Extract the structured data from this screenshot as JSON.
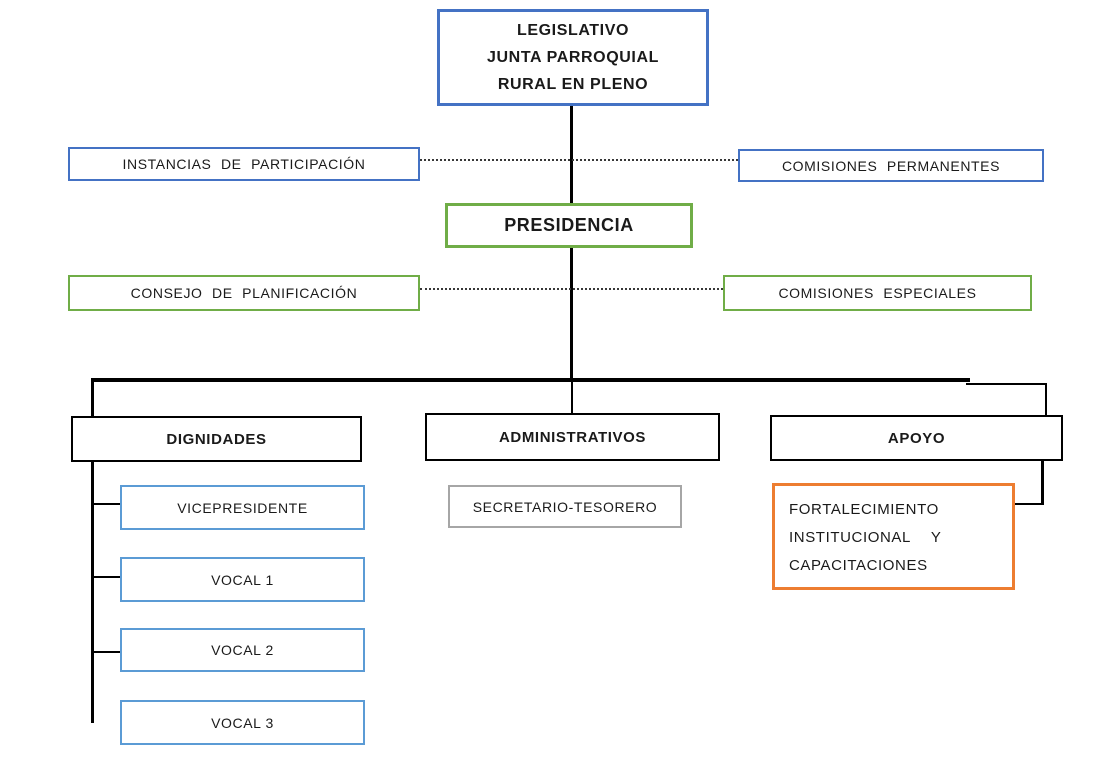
{
  "diagram": {
    "type": "org-chart",
    "title": "Organigrama Junta Parroquial Rural",
    "colors": {
      "blue": "#4472C4",
      "light_blue": "#5B9BD5",
      "green": "#70AD47",
      "orange": "#ED7D31",
      "gray": "#A6A6A6",
      "connector": "#000000",
      "dotted_connector": "#383838",
      "text": "#1a1a1a",
      "background": "#ffffff"
    },
    "nodes": {
      "legislativo": {
        "line1": "LEGISLATIVO",
        "line2": "JUNTA PARROQUIAL",
        "line3": "RURAL EN PLENO",
        "border": "#4472C4",
        "level": "top"
      },
      "instancias_participacion": {
        "label": "INSTANCIAS DE PARTICIPACIÓN",
        "border": "#4472C4"
      },
      "comisiones_permanentes": {
        "label": "COMISIONES PERMANENTES",
        "border": "#4472C4"
      },
      "presidencia": {
        "label": "PRESIDENCIA",
        "border": "#70AD47"
      },
      "consejo_planificacion": {
        "label": "CONSEJO DE PLANIFICACIÓN",
        "border": "#70AD47"
      },
      "comisiones_especiales": {
        "label": "COMISIONES ESPECIALES",
        "border": "#70AD47"
      },
      "dignidades": {
        "label": "DIGNIDADES",
        "border": "#000000"
      },
      "administrativos": {
        "label": "ADMINISTRATIVOS",
        "border": "#000000"
      },
      "apoyo": {
        "label": "APOYO",
        "border": "#000000"
      },
      "vicepresidente": {
        "label": "VICEPRESIDENTE",
        "border": "#5B9BD5"
      },
      "vocal_1": {
        "label": "VOCAL 1",
        "border": "#5B9BD5"
      },
      "vocal_2": {
        "label": "VOCAL 2",
        "border": "#5B9BD5"
      },
      "vocal_3": {
        "label": "VOCAL 3",
        "border": "#5B9BD5"
      },
      "secretario_tesorero": {
        "label": "SECRETARIO-TESORERO",
        "border": "#A6A6A6"
      },
      "fortalecimiento": {
        "line1": "FORTALECIMIENTO",
        "line2": "INSTITUCIONAL Y",
        "line3": "CAPACITACIONES",
        "border": "#ED7D31"
      }
    },
    "edges": {
      "solid": [
        "legislativo->presidencia",
        "presidencia->dignidades",
        "presidencia->administrativos",
        "presidencia->apoyo",
        "dignidades->vicepresidente",
        "dignidades->vocal_1",
        "dignidades->vocal_2",
        "dignidades->vocal_3",
        "apoyo->fortalecimiento"
      ],
      "dotted": [
        "instancias_participacion--comisiones_permanentes",
        "consejo_planificacion--comisiones_especiales"
      ]
    }
  }
}
